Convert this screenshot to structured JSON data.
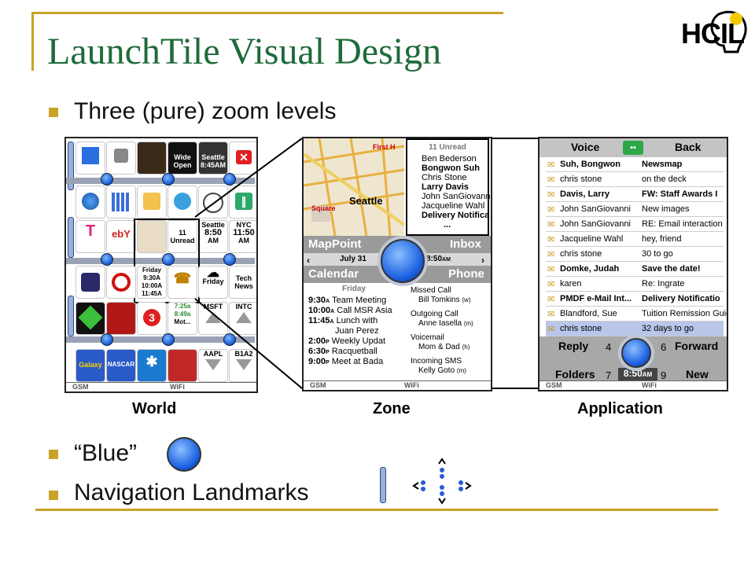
{
  "slide": {
    "title": "LaunchTile Visual Design",
    "logo": "HCIL",
    "bullets": [
      "Three (pure) zoom levels",
      "“Blue”",
      "Navigation Landmarks"
    ],
    "view_labels": [
      "World",
      "Zone",
      "Application"
    ]
  },
  "world": {
    "row2": [
      "Seattle 8:45AM"
    ],
    "wide_open": "Wide Open",
    "unread_count": "11",
    "unread_label": "Unread",
    "seattle": "Seattle",
    "seattle_time": "8:50",
    "seattle_ampm": "AM",
    "nyc": "NYC",
    "nyc_time": "11:50",
    "nyc_ampm": "AM",
    "friday": "Friday",
    "times": [
      "9:30A",
      "10:00A",
      "11:45A"
    ],
    "weather_day": "Friday",
    "tech_news": "Tech News",
    "t1": "7:25a",
    "t2": "8:49a",
    "t3": "Mot...",
    "msft": "MSFT",
    "intc": "INTC",
    "aapl": "AAPL",
    "b1a2": "B1A2",
    "galaxy": "Galaxy",
    "nascar": "NASCAR",
    "status_left": "GSM",
    "status_right": "WiFi"
  },
  "zone": {
    "map_labels": [
      "First H",
      "Seattle",
      "Square"
    ],
    "unread_header": "11 Unread",
    "inbox_items": [
      "Ben Bederson",
      "Bongwon Suh",
      "Chris Stone",
      "Larry Davis",
      "John SanGiovanni",
      "Jacqueline Wahl",
      "Delivery Notifica",
      "..."
    ],
    "mappoint": "MapPoint",
    "inbox": "Inbox",
    "date": "July 31",
    "clock": "8:50",
    "clock_ampm": "AM",
    "calendar": "Calendar",
    "phone": "Phone",
    "friday": "Friday",
    "events": [
      {
        "time": "9:30",
        "ap": "A",
        "text": "Team Meeting"
      },
      {
        "time": "10:00",
        "ap": "A",
        "text": "Call MSR Asia"
      },
      {
        "time": "11:45",
        "ap": "A",
        "text": "Lunch with"
      },
      {
        "time": "",
        "ap": "",
        "text": "Juan Perez"
      },
      {
        "time": "2:00",
        "ap": "P",
        "text": "Weekly Updat"
      },
      {
        "time": "6:30",
        "ap": "P",
        "text": "Racquetball"
      },
      {
        "time": "9:00",
        "ap": "P",
        "text": "Meet at Bada"
      }
    ],
    "calls": [
      {
        "type": "Missed Call",
        "name": "Bill Tomkins",
        "tag": "(w)"
      },
      {
        "type": "Outgoing Call",
        "name": "Anne Iasella",
        "tag": "(m)"
      },
      {
        "type": "Voicemail",
        "name": "Mom & Dad",
        "tag": "(h)"
      },
      {
        "type": "Incoming SMS",
        "name": "Kelly Goto",
        "tag": "(m)"
      }
    ],
    "status_left": "GSM",
    "status_right": "WiFi"
  },
  "app": {
    "voice": "Voice",
    "back": "Back",
    "messages": [
      {
        "from": "Suh, Bongwon",
        "subject": "Newsmap",
        "bold": true
      },
      {
        "from": "chris stone",
        "subject": "on the deck",
        "bold": false
      },
      {
        "from": "Davis, Larry",
        "subject": "FW: Staff Awards I",
        "bold": true
      },
      {
        "from": "John SanGiovanni",
        "subject": "New images",
        "bold": false
      },
      {
        "from": "John SanGiovanni",
        "subject": "RE: Email interaction",
        "bold": false
      },
      {
        "from": "Jacqueline Wahl",
        "subject": "hey, friend",
        "bold": false
      },
      {
        "from": "chris stone",
        "subject": "30 to go",
        "bold": false
      },
      {
        "from": "Domke, Judah",
        "subject": "Save the date!",
        "bold": true
      },
      {
        "from": "karen",
        "subject": "Re: Ingrate",
        "bold": false
      },
      {
        "from": "PMDF e-Mail Int...",
        "subject": "Delivery Notificatio",
        "bold": true
      },
      {
        "from": "Blandford, Sue",
        "subject": "Tuition Remission Guid",
        "bold": false
      },
      {
        "from": "chris stone",
        "subject": "32 days to go",
        "bold": false
      }
    ],
    "reply": "Reply",
    "forward": "Forward",
    "folders": "Folders",
    "new": "New",
    "n4": "4",
    "n6": "6",
    "n7": "7",
    "n9": "9",
    "clock": "8:50",
    "clock_ampm": "AM",
    "status_left": "GSM",
    "status_right": "WiFi"
  },
  "colors": {
    "title": "#1f6b3a",
    "accent": "#c9a227",
    "selected_row": "#b9c6ea",
    "panel": "#9a9a9a"
  }
}
